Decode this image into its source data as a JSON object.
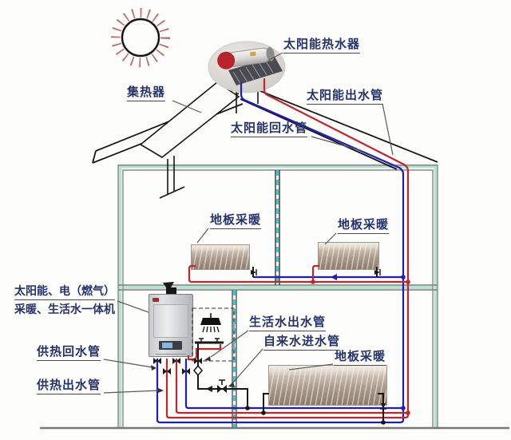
{
  "labels": {
    "solar_water_heater": "太阳能热水器",
    "collector": "集热器",
    "solar_outlet_pipe": "太阳能出水管",
    "solar_return_pipe": "太阳能回水管",
    "floor_heating_mid_left": "地板采暖",
    "floor_heating_mid_right": "地板采暖",
    "floor_heating_ground": "地板采暖",
    "unit_line1": "太阳能、电（燃气）",
    "unit_line2": "采暖、生活水一体机",
    "heating_return_pipe": "供热回水管",
    "heating_outlet_pipe": "供热出水管",
    "domestic_hot_water_outlet_pipe": "生活水出水管",
    "tap_water_inlet_pipe": "自来水进水管"
  },
  "colors": {
    "hot_pipe_red": "#c0262c",
    "cold_pipe_blue": "#1f1fb4",
    "wall_gray": "#8a8a8a",
    "wall_mint": "#b7e3d2",
    "interior_wall_dash_cyan": "#4cc3cb",
    "label_navy": "#26336b",
    "leader_gray": "#5a5a5a",
    "sun_ray": "#b96a66",
    "line_black": "#161616"
  },
  "icons": {
    "sun-icon": "circle with radial dashed rays",
    "shower-icon": "black trapezoid head with spray lines",
    "valve-icon": "bowtie triangles",
    "gate-valve-icon": "bowtie with stem handle",
    "diamond-valve-icon": "white diamond",
    "flow-arrow-icon": "small solid triangle",
    "junction-dot-icon": "filled circle"
  }
}
